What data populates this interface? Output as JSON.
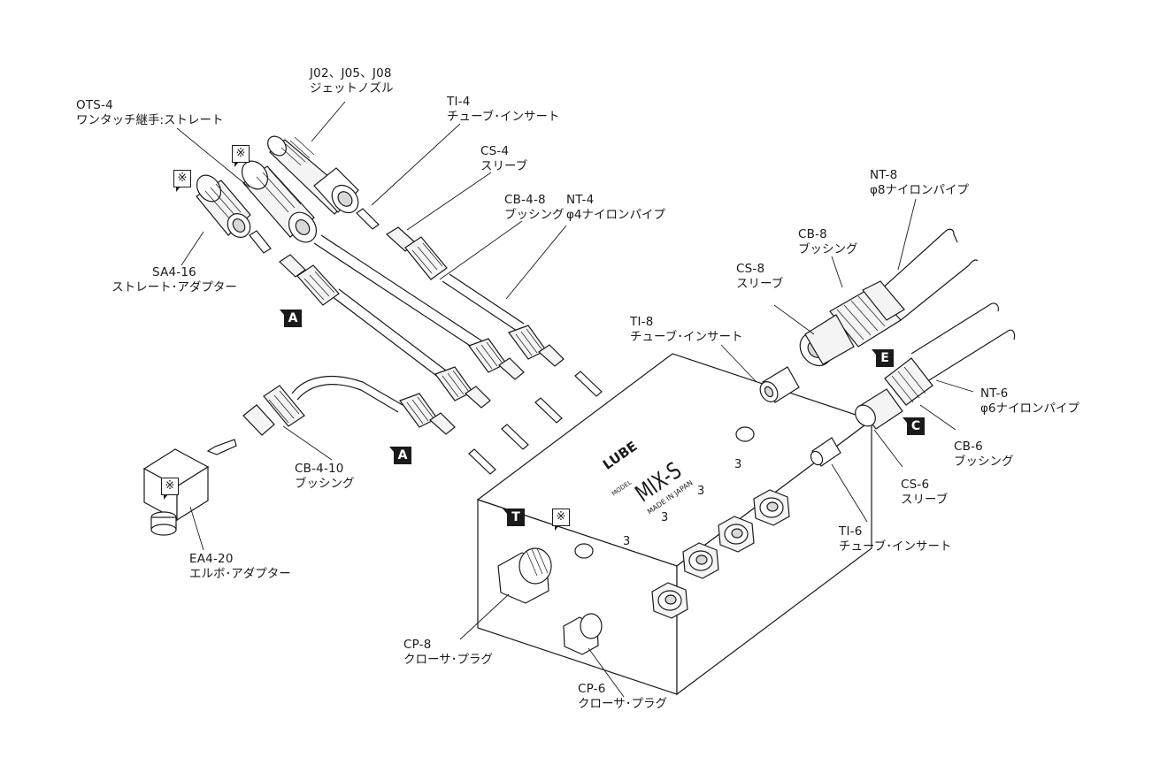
{
  "labels": {
    "j02": {
      "code": "J02、J05、J08",
      "jp": "ジェットノズル"
    },
    "ti4": {
      "code": "TI-4",
      "jp": "チューブ･インサート"
    },
    "ots4": {
      "code": "OTS-4",
      "jp": "ワンタッチ継手:ストレート"
    },
    "cs4": {
      "code": "CS-4",
      "jp": "スリーブ"
    },
    "cb48": {
      "code": "CB-4-8",
      "jp": "ブッシング"
    },
    "nt4": {
      "code": "NT-4",
      "jp": "φ4ナイロンパイプ"
    },
    "nt8": {
      "code": "NT-8",
      "jp": "φ8ナイロンパイプ"
    },
    "cb8": {
      "code": "CB-8",
      "jp": "ブッシング"
    },
    "cs8": {
      "code": "CS-8",
      "jp": "スリーブ"
    },
    "sa416": {
      "code": "SA4-16",
      "jp": "ストレート･アダプター"
    },
    "ti8": {
      "code": "TI-8",
      "jp": "チューブ･インサート"
    },
    "nt6": {
      "code": "NT-6",
      "jp": "φ6ナイロンパイプ"
    },
    "cb6": {
      "code": "CB-6",
      "jp": "ブッシング"
    },
    "cb410": {
      "code": "CB-4-10",
      "jp": "ブッシング"
    },
    "cs6": {
      "code": "CS-6",
      "jp": "スリーブ"
    },
    "ti6": {
      "code": "TI-6",
      "jp": "チューブ･インサート"
    },
    "ea420": {
      "code": "EA4-20",
      "jp": "エルボ･アダプター"
    },
    "cp8": {
      "code": "CP-8",
      "jp": "クローサ･プラグ"
    },
    "cp6": {
      "code": "CP-6",
      "jp": "クローサ･プラグ"
    }
  },
  "tags": {
    "a": "A",
    "e": "E",
    "c": "C",
    "t": "T",
    "note": "※"
  },
  "block": {
    "brand": "LUBE",
    "model_prefix": "MODEL",
    "model": "MIX-S",
    "origin": "MADE IN JAPAN",
    "port_number": "3"
  }
}
